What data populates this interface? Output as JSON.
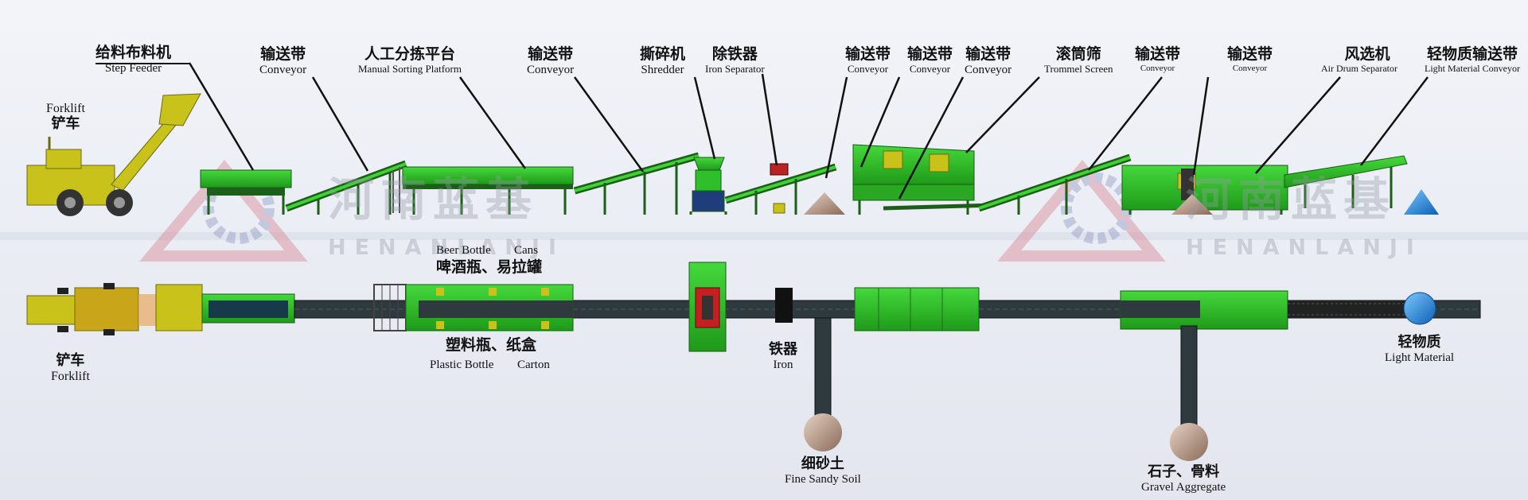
{
  "colors": {
    "machine_green": "#2fbf2a",
    "machine_dark": "#1f7f1c",
    "loader_yellow": "#c9c21a",
    "blue_pile": "#1f8fe0",
    "sand_pile": "#c9a48e",
    "leader_line": "#111111"
  },
  "watermark": {
    "text_cn": "河南蓝基",
    "text_en": "HENANLANJI"
  },
  "side_view": {
    "forklift": {
      "en": "Forklift",
      "zh": "铲车"
    },
    "step_feeder": {
      "zh": "给料布料机",
      "en": "Step Feeder"
    },
    "conveyor_1": {
      "zh": "输送带",
      "en": "Conveyor"
    },
    "manual_sorting": {
      "zh": "人工分拣平台",
      "en": "Manual Sorting Platform"
    },
    "conveyor_2": {
      "zh": "输送带",
      "en": "Conveyor"
    },
    "shredder": {
      "zh": "撕碎机",
      "en": "Shredder"
    },
    "iron_separator": {
      "zh": "除铁器",
      "en": "Iron Separator"
    },
    "conveyor_3": {
      "zh": "输送带",
      "en": "Conveyor"
    },
    "conveyor_4": {
      "zh": "输送带",
      "en": "Conveyor"
    },
    "conveyor_5": {
      "zh": "输送带",
      "en": "Conveyor"
    },
    "trommel": {
      "zh": "滚筒筛",
      "en": "Trommel Screen"
    },
    "conveyor_6": {
      "zh": "输送带",
      "en": "Conveyor"
    },
    "conveyor_7": {
      "zh": "输送带",
      "en": "Conveyor"
    },
    "air_drum": {
      "zh": "风选机",
      "en": "Air Drum Separator"
    },
    "light_conveyor": {
      "zh": "轻物质输送带",
      "en": "Light Material Conveyor"
    }
  },
  "top_view": {
    "forklift": {
      "zh": "铲车",
      "en": "Forklift"
    },
    "beer_bottle_en": "Beer Bottle",
    "cans_en": "Cans",
    "bottles_cans_zh": "啤酒瓶、易拉罐",
    "plastic_carton_zh": "塑料瓶、纸盒",
    "plastic_bottle_en": "Plastic Bottle",
    "carton_en": "Carton",
    "iron": {
      "zh": "铁器",
      "en": "Iron"
    },
    "light_material": {
      "zh": "轻物质",
      "en": "Light Material"
    },
    "fine_soil": {
      "zh": "细砂土",
      "en": "Fine Sandy Soil"
    },
    "gravel": {
      "zh": "石子、骨料",
      "en": "Gravel Aggregate"
    }
  }
}
